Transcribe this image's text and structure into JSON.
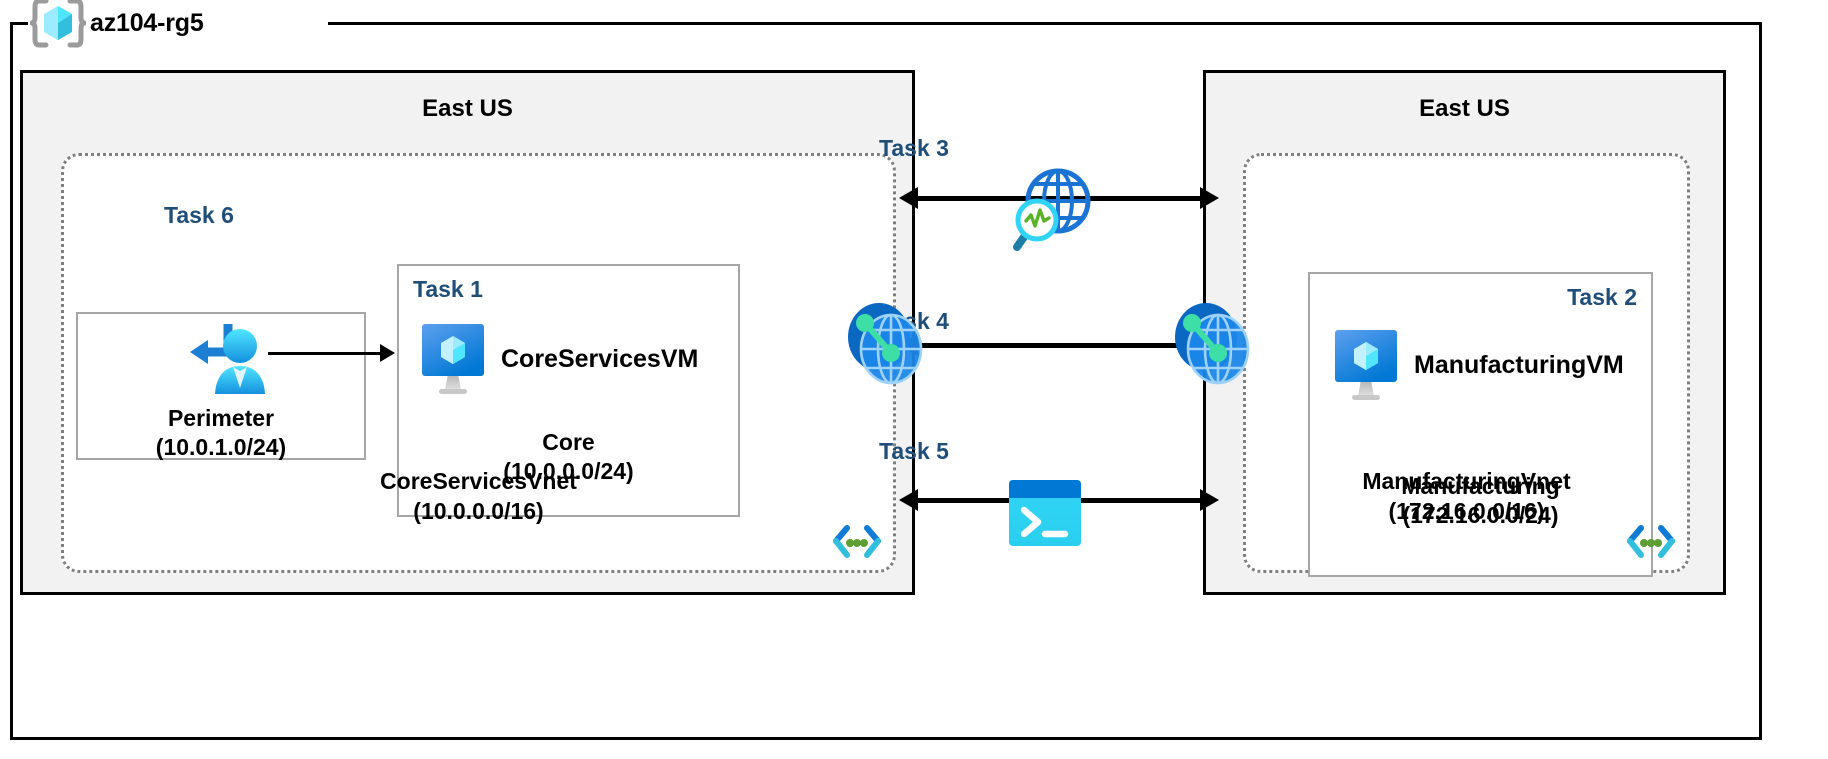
{
  "resource_group": {
    "name": "az104-rg5",
    "icon": "resource-group-cube-icon"
  },
  "regions": [
    {
      "id": "left",
      "title": "East US"
    },
    {
      "id": "right",
      "title": "East US"
    }
  ],
  "internet": {
    "icon": "internet-globe-icon"
  },
  "left_region": {
    "vnet": {
      "name": "CoreServicesVnet",
      "cidr": "(10.0.0.0/16)",
      "corner_icon": "vnet-code-brackets-icon"
    },
    "subnets": [
      {
        "id": "perimeter",
        "task": "Task 6",
        "name": "Perimeter",
        "cidr": "(10.0.1.0/24)",
        "icon": "bastion-user-icon"
      },
      {
        "id": "core",
        "task": "Task 1",
        "name": "Core",
        "cidr": "(10.0.0.0/24)",
        "vm_name": "CoreServicesVM",
        "icon": "virtual-machine-icon"
      }
    ]
  },
  "right_region": {
    "vnet": {
      "name": "ManufacturingVnet",
      "cidr": "(172.16.0.0/16)",
      "corner_icon": "vnet-code-brackets-icon"
    },
    "subnets": [
      {
        "id": "manufacturing",
        "task": "Task 2",
        "name": "Manufacturing",
        "cidr": "(172.16.0.0/24)",
        "vm_name": "ManufacturingVM",
        "icon": "virtual-machine-icon"
      }
    ]
  },
  "center_tasks": [
    {
      "label": "Task 3",
      "icon": "network-watcher-globe-magnifier-icon"
    },
    {
      "label": "Task 4",
      "icon": "bidirectional-arrow"
    },
    {
      "label": "Task 5",
      "icon": "cloud-shell-terminal-icon"
    }
  ],
  "peering": [
    {
      "id": "left-peering",
      "icon": "vnet-peering-icon"
    },
    {
      "id": "right-peering",
      "icon": "vnet-peering-icon"
    }
  ],
  "colors": {
    "task_label": "#1F4E79",
    "region_fill": "#F2F2F2",
    "vnet_border": "#7F7F7F",
    "subnet_border": "#A6A6A6",
    "azure_blue": "#0078D4",
    "cyan": "#32BEDD",
    "green": "#5E9E32"
  }
}
